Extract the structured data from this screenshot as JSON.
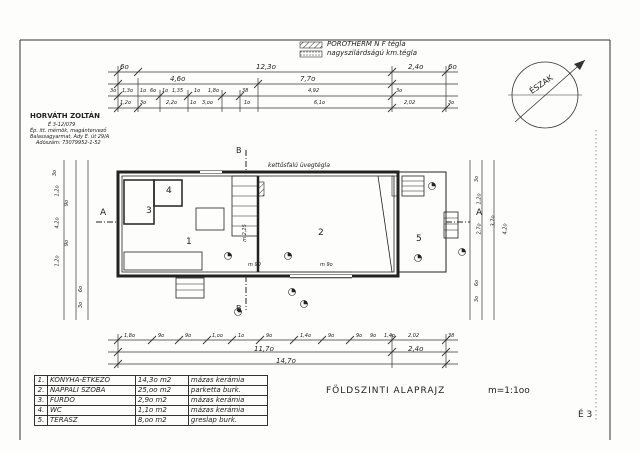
{
  "legend": {
    "items": [
      {
        "code": "POROTHERM",
        "desc": "N F tégla"
      },
      {
        "code": "",
        "desc": "nagyszilárdságú km.tégla"
      }
    ]
  },
  "north": {
    "label": "ÉSZAK"
  },
  "author": {
    "name": "HORVÁTH ZOLTÁN",
    "lines": [
      "É 3-12/079",
      "Ép. itt. mérnök, magántervező",
      "Balassagyarmat, Ady E. út 29/A",
      "Adószám: 73079952-1-52"
    ]
  },
  "annotations": {
    "glass_door": "kettősfalú üvegtégla",
    "section_marker": "B",
    "section_a": "A",
    "room_labels": [
      "1",
      "2",
      "3",
      "4",
      "5"
    ],
    "m_labels": [
      "m 90",
      "m 9o"
    ],
    "stair_label": "m 2,25"
  },
  "dims_top": {
    "row1": [
      "6o",
      "12,3o",
      "2,4o",
      "6o"
    ],
    "row2": [
      "4,6o",
      "7,7o"
    ],
    "row3": [
      "3o",
      "1,3o",
      "1o",
      "6o",
      "1o",
      "1,35",
      "1o",
      "1,8o",
      "38",
      "4,92",
      "3o"
    ],
    "row4": [
      "1,2o",
      "3o",
      "2,2o",
      "1o",
      "3,oo",
      "1o",
      "6,1o",
      "2,02",
      "3o"
    ]
  },
  "dims_bottom": {
    "row1": [
      "1,8o",
      "9o",
      "9o",
      "1,oo",
      "1o",
      "9o",
      "1,4o",
      "9o",
      "9o",
      "9o",
      "1,4o",
      "2,02",
      "38"
    ],
    "row2": [
      "11,7o",
      "2,4o"
    ],
    "row3": [
      "14,7o"
    ]
  },
  "dims_left": [
    "3o",
    "3o",
    "1,2o",
    "6,o",
    "9o",
    "1,2o",
    "9o",
    "4,2o",
    "9o",
    "1,2o",
    "6o",
    "3o"
  ],
  "dims_right": [
    "3o",
    "1,2o",
    "2,7o",
    "3,7o",
    "4,2o",
    "6o",
    "3o"
  ],
  "rooms_table": {
    "rows": [
      {
        "num": "1.",
        "name": "KONYHA-ÉTKEZŐ",
        "area": "14,3o m2",
        "floor": "mázas kerámia"
      },
      {
        "num": "2.",
        "name": "NAPPALI SZOBA",
        "area": "25,oo m2",
        "floor": "parketta burk."
      },
      {
        "num": "3.",
        "name": "FÜRDŐ",
        "area": "2,9o m2",
        "floor": "mázas kerámia"
      },
      {
        "num": "4.",
        "name": "WC",
        "area": "1,1o m2",
        "floor": "mázas kerámia"
      },
      {
        "num": "5.",
        "name": "TERASZ",
        "area": "8,oo m2",
        "floor": "greslap burk."
      }
    ]
  },
  "drawing": {
    "title": "FÖLDSZINTI ALAPRAJZ",
    "scale": "m=1:1oo",
    "sheet": "É 3"
  }
}
